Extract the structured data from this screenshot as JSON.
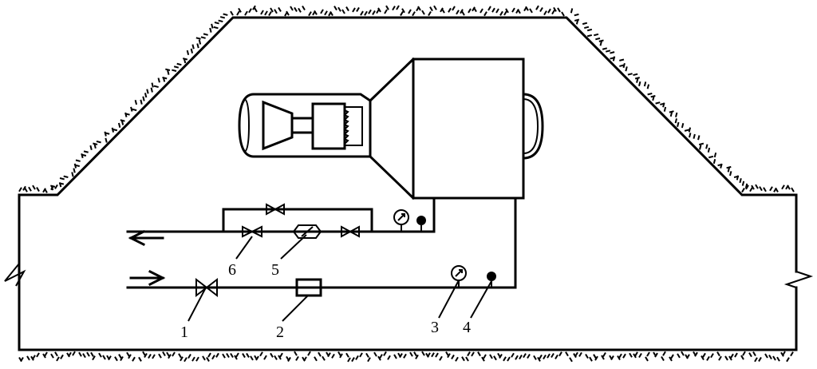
{
  "labels": {
    "valve_inlet": "1",
    "filter_inlet": "2",
    "gauge_inlet": "3",
    "sensor_inlet": "4",
    "filter_outlet": "5",
    "valve_outlet": "6"
  }
}
